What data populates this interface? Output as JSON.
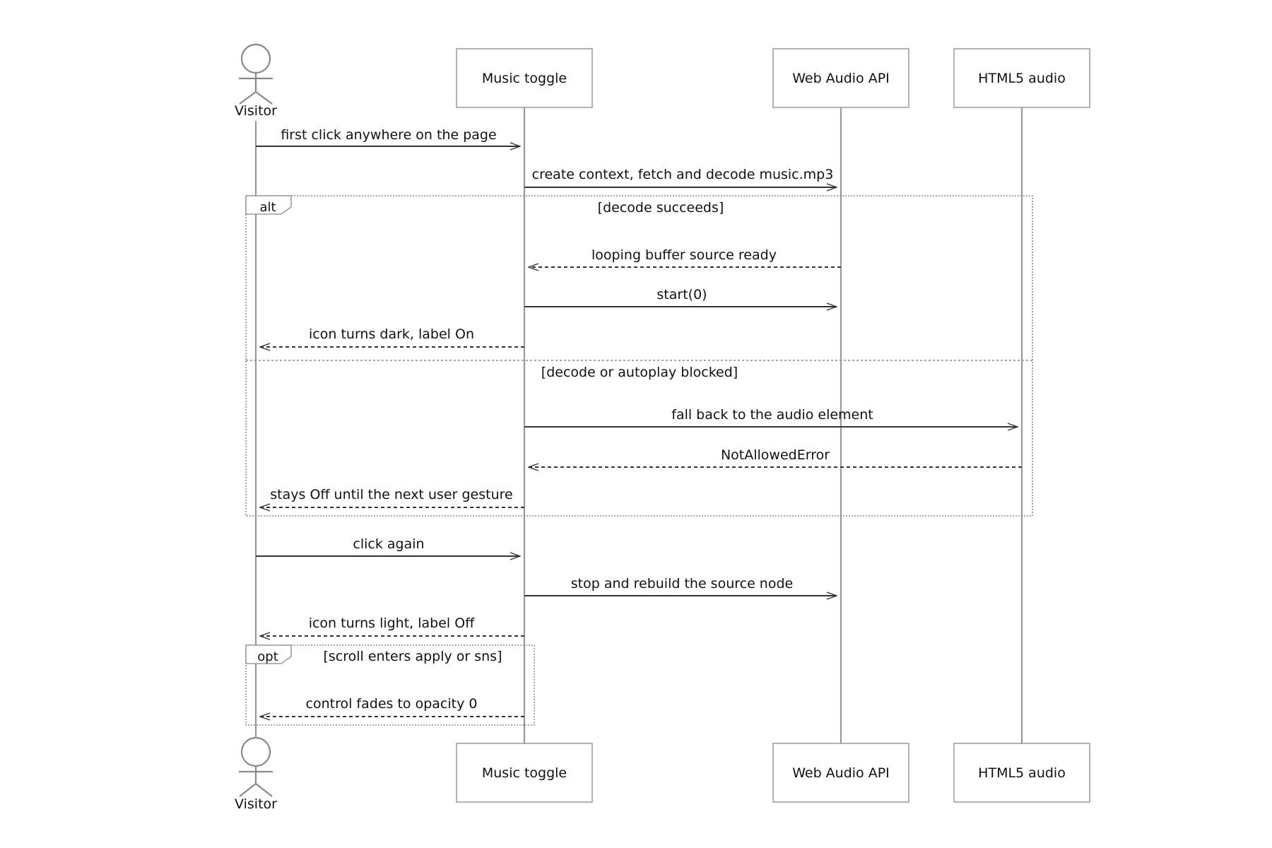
{
  "participants": {
    "visitor": "Visitor",
    "toggle": "Music toggle",
    "webaudio": "Web Audio API",
    "html5": "HTML5 audio"
  },
  "messages": [
    {
      "text": "first click anywhere on the page",
      "from": "visitor",
      "to": "toggle",
      "style": "solid"
    },
    {
      "text": "create context, fetch and decode music.mp3",
      "from": "toggle",
      "to": "webaudio",
      "style": "solid"
    },
    {
      "text": "looping buffer source ready",
      "from": "webaudio",
      "to": "toggle",
      "style": "dashed"
    },
    {
      "text": "start(0)",
      "from": "toggle",
      "to": "webaudio",
      "style": "solid"
    },
    {
      "text": "icon turns dark, label On",
      "from": "toggle",
      "to": "visitor",
      "style": "dashed"
    },
    {
      "text": "fall back to the audio element",
      "from": "toggle",
      "to": "html5",
      "style": "solid"
    },
    {
      "text": "NotAllowedError",
      "from": "html5",
      "to": "toggle",
      "style": "dashed"
    },
    {
      "text": "stays Off until the next user gesture",
      "from": "toggle",
      "to": "visitor",
      "style": "dashed"
    },
    {
      "text": "click again",
      "from": "visitor",
      "to": "toggle",
      "style": "solid"
    },
    {
      "text": "stop and rebuild the source node",
      "from": "toggle",
      "to": "webaudio",
      "style": "solid"
    },
    {
      "text": "icon turns light, label Off",
      "from": "toggle",
      "to": "visitor",
      "style": "dashed"
    },
    {
      "text": "control fades to opacity 0",
      "from": "toggle",
      "to": "visitor",
      "style": "dashed"
    }
  ],
  "fragments": {
    "alt": {
      "keyword": "alt",
      "guard1": "[decode succeeds]",
      "guard2": "[decode or autoplay blocked]"
    },
    "opt": {
      "keyword": "opt",
      "guard": "[scroll enters apply or sns]"
    }
  }
}
